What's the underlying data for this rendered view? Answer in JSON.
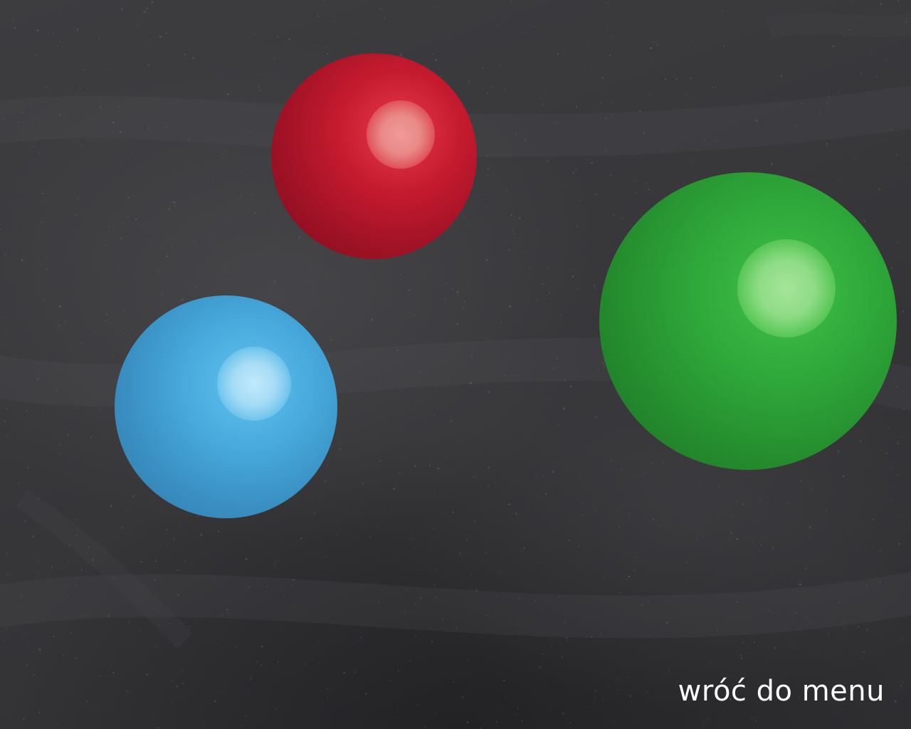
{
  "board": {
    "background_color": "#3a3a3c"
  },
  "balls": [
    {
      "name": "red-ball",
      "color": "#c41a2e"
    },
    {
      "name": "blue-ball",
      "color": "#47a9dc"
    },
    {
      "name": "green-ball",
      "color": "#2fa83a"
    }
  ],
  "navigation": {
    "back_label": "wróć do menu"
  }
}
